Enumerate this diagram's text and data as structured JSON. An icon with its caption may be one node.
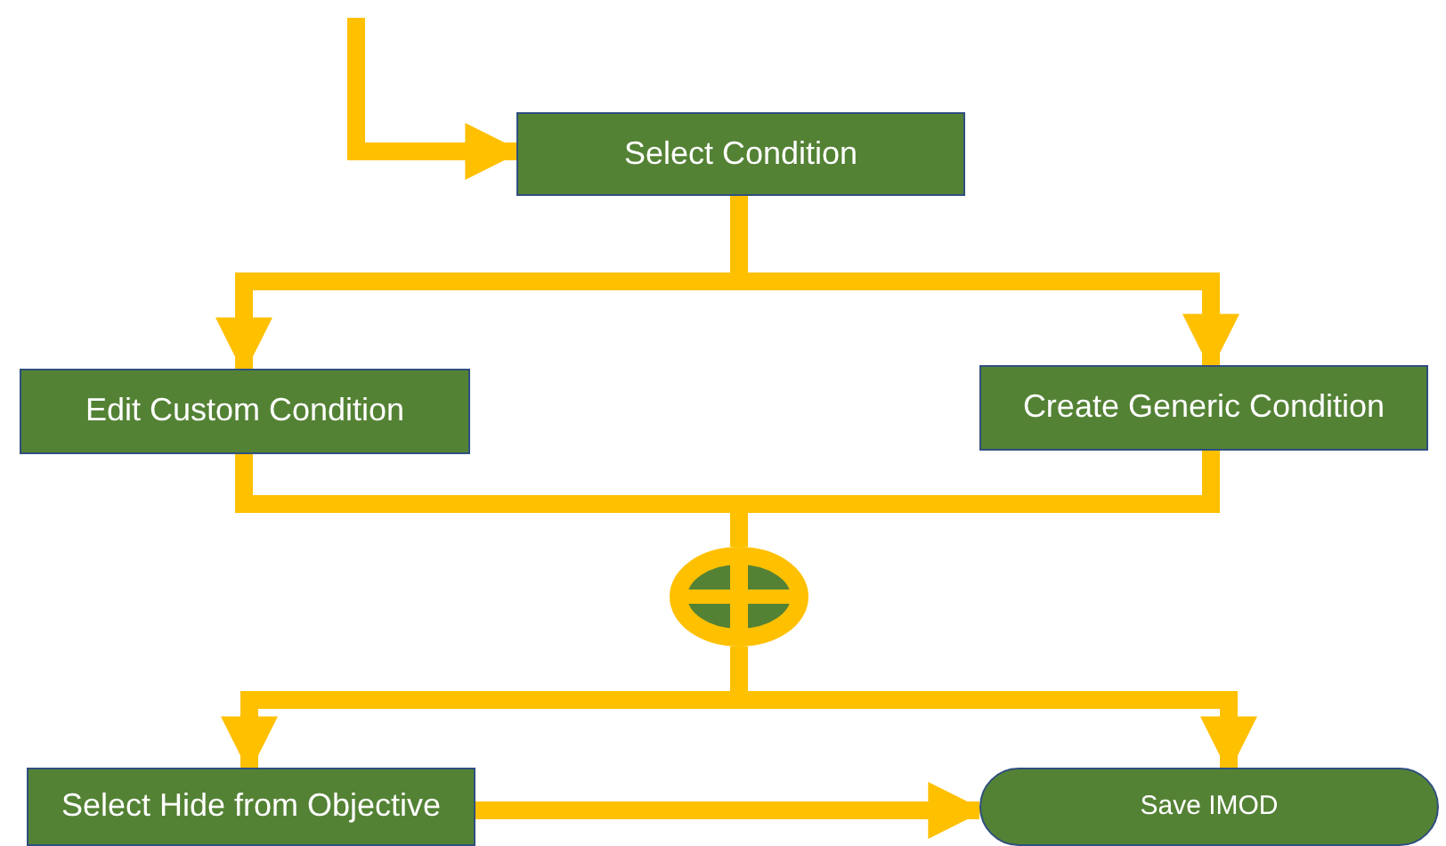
{
  "diagram": {
    "nodes": [
      {
        "text": [
          "Select Condition"
        ]
      },
      {
        "text": [
          "Edit Custom Condition"
        ]
      },
      {
        "text": [
          "Create Generic Condition"
        ]
      },
      {
        "text": [],
        "shape": "circle"
      },
      {
        "text": [
          "Select Hide from Objective"
        ]
      },
      {
        "text": [
          "Save IMOD"
        ]
      }
    ],
    "edges": [
      {
        "from": null,
        "to": 0,
        "arrow": "to"
      },
      {
        "from": 0,
        "to": 1,
        "arrow": "to"
      },
      {
        "from": 0,
        "to": 2,
        "arrow": "to"
      },
      {
        "from": 1,
        "to": 3,
        "arrow": "none"
      },
      {
        "from": 2,
        "to": 3,
        "arrow": "none"
      },
      {
        "from": 3,
        "to": 4,
        "arrow": "to"
      },
      {
        "from": 3,
        "to": 5,
        "arrow": "to"
      },
      {
        "from": 4,
        "to": 5,
        "arrow": "to"
      }
    ]
  }
}
